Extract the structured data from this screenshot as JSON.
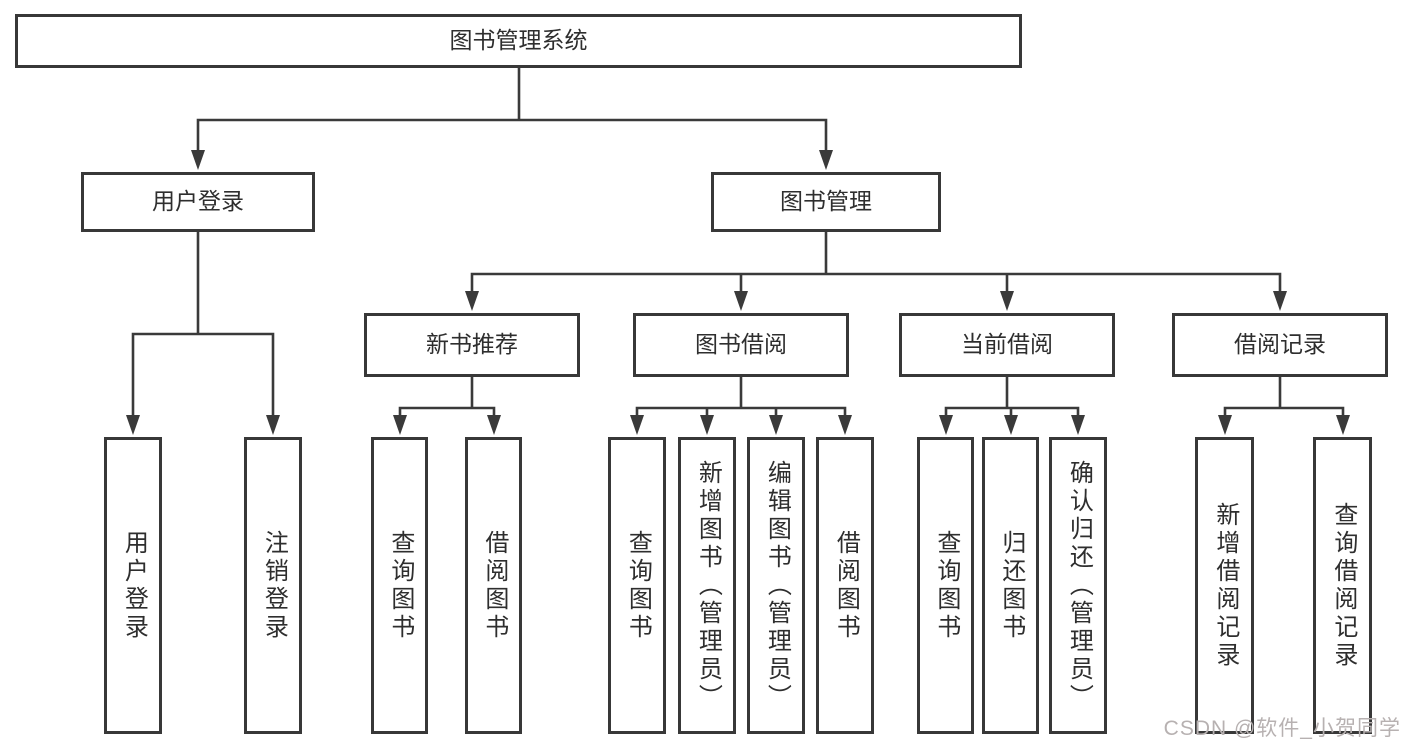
{
  "root": {
    "label": "图书管理系统"
  },
  "branches": [
    {
      "label": "用户登录",
      "children": [
        {
          "label": "用户登录"
        },
        {
          "label": "注销登录"
        }
      ]
    },
    {
      "label": "图书管理",
      "children": [
        {
          "label": "新书推荐",
          "children": [
            {
              "label": "查询图书"
            },
            {
              "label": "借阅图书"
            }
          ]
        },
        {
          "label": "图书借阅",
          "children": [
            {
              "label": "查询图书"
            },
            {
              "label": "新增图书（管理员）"
            },
            {
              "label": "编辑图书（管理员）"
            },
            {
              "label": "借阅图书"
            }
          ]
        },
        {
          "label": "当前借阅",
          "children": [
            {
              "label": "查询图书"
            },
            {
              "label": "归还图书"
            },
            {
              "label": "确认归还（管理员）"
            }
          ]
        },
        {
          "label": "借阅记录",
          "children": [
            {
              "label": "新增借阅记录"
            },
            {
              "label": "查询借阅记录"
            }
          ]
        }
      ]
    }
  ],
  "watermark": {
    "label": "CSDN @软件_小贺同学"
  },
  "colors": {
    "line": "#3a3a3a",
    "border": "#383838",
    "text": "#2e2e2e",
    "background": "#ffffff",
    "watermark_text": "#b7b1b1"
  }
}
